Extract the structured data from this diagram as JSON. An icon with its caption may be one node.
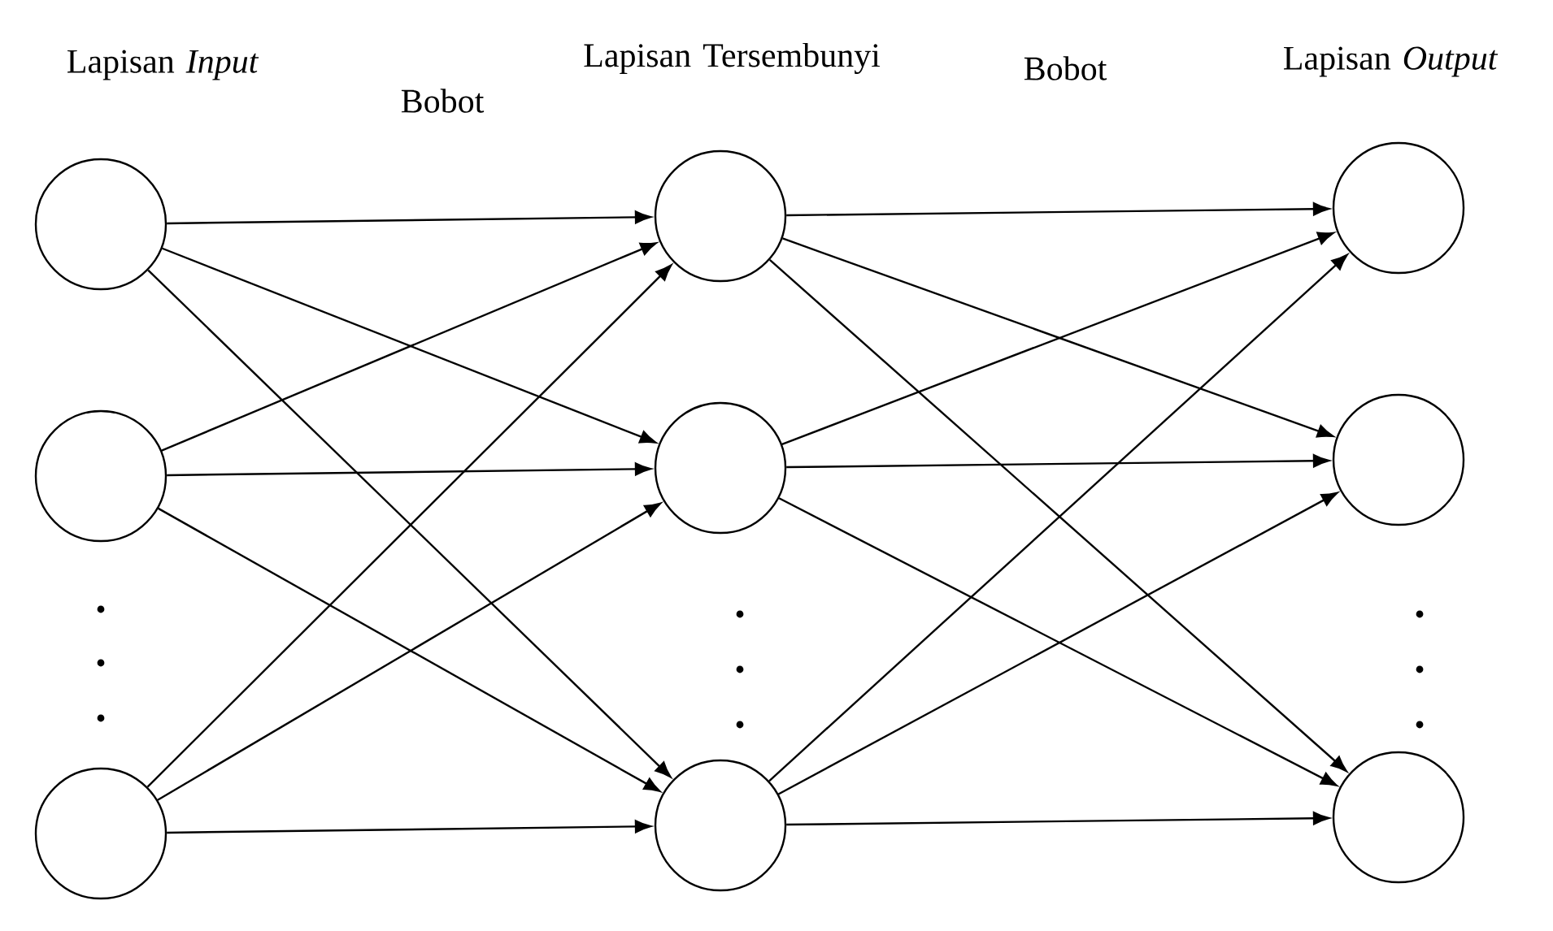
{
  "diagram": {
    "nodes": [
      {
        "text": [],
        "shape": "circle"
      },
      {
        "text": [],
        "shape": "circle"
      },
      {
        "text": [],
        "shape": "circle"
      },
      {
        "text": [],
        "shape": "circle"
      },
      {
        "text": [],
        "shape": "circle"
      },
      {
        "text": [],
        "shape": "circle"
      },
      {
        "text": [],
        "shape": "circle"
      },
      {
        "text": [],
        "shape": "circle"
      },
      {
        "text": [],
        "shape": "circle"
      }
    ],
    "edges": [
      {
        "from": 0,
        "to": 3,
        "arrow": "to"
      },
      {
        "from": 0,
        "to": 4,
        "arrow": "to"
      },
      {
        "from": 0,
        "to": 5,
        "arrow": "to"
      },
      {
        "from": 1,
        "to": 3,
        "arrow": "to"
      },
      {
        "from": 1,
        "to": 4,
        "arrow": "to"
      },
      {
        "from": 1,
        "to": 5,
        "arrow": "to"
      },
      {
        "from": 2,
        "to": 3,
        "arrow": "to"
      },
      {
        "from": 2,
        "to": 4,
        "arrow": "to"
      },
      {
        "from": 2,
        "to": 5,
        "arrow": "to"
      },
      {
        "from": 3,
        "to": 6,
        "arrow": "to"
      },
      {
        "from": 3,
        "to": 7,
        "arrow": "to"
      },
      {
        "from": 3,
        "to": 8,
        "arrow": "to"
      },
      {
        "from": 4,
        "to": 6,
        "arrow": "to"
      },
      {
        "from": 4,
        "to": 7,
        "arrow": "to"
      },
      {
        "from": 4,
        "to": 8,
        "arrow": "to"
      },
      {
        "from": 5,
        "to": 6,
        "arrow": "to"
      },
      {
        "from": 5,
        "to": 7,
        "arrow": "to"
      },
      {
        "from": 5,
        "to": 8,
        "arrow": "to"
      }
    ],
    "labels": [
      "Lapisan *Input*",
      "Bobot",
      "Lapisan Tersembunyi",
      "Bobot",
      "Lapisan *Output*"
    ]
  }
}
